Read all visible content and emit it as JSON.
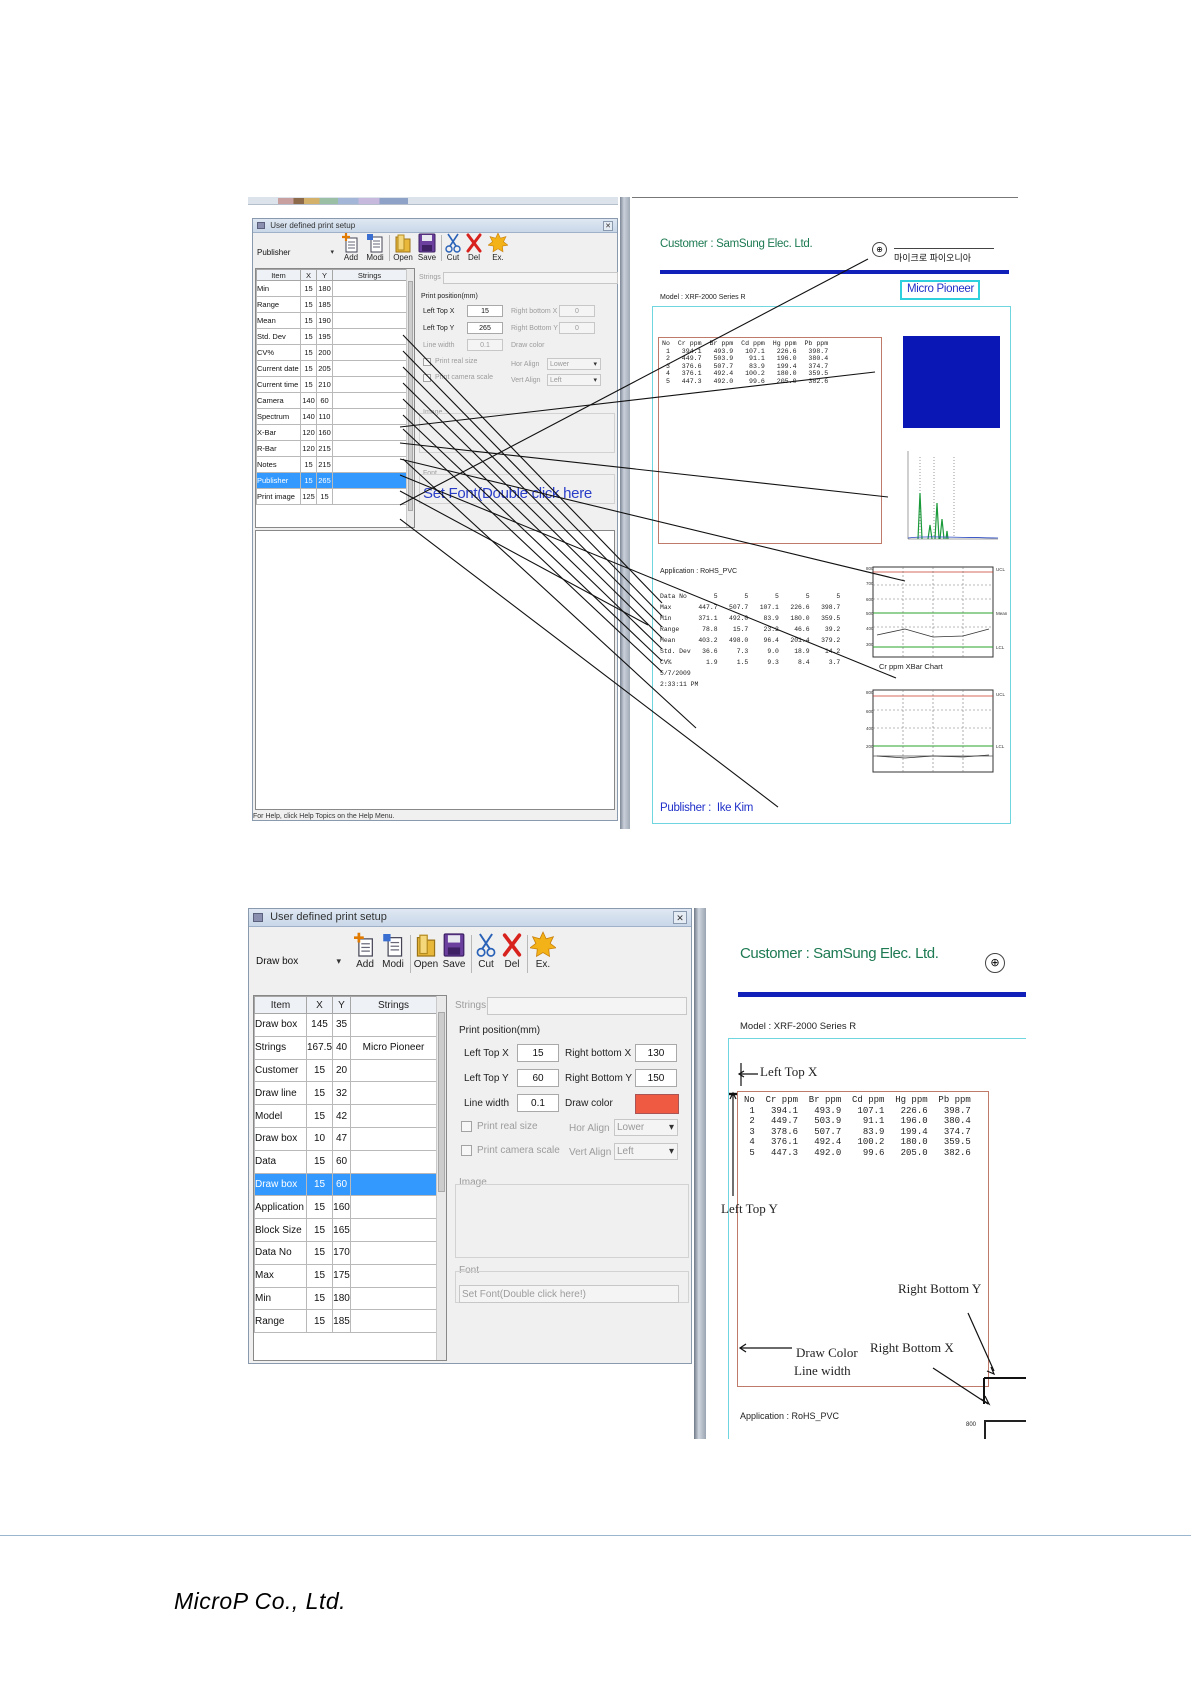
{
  "shared": {
    "toolbar": {
      "add": "Add",
      "modi": "Modi",
      "open": "Open",
      "save": "Save",
      "cut": "Cut",
      "del": "Del",
      "ex": "Ex."
    },
    "grid_headers": {
      "item": "Item",
      "x": "X",
      "y": "Y",
      "strings": "Strings"
    },
    "print_position": "Print position(mm)",
    "labels": {
      "left_top_x": "Left Top X",
      "left_top_y": "Left Top Y",
      "right_bottom_x": "Right bottom X",
      "right_bottom_y": "Right Bottom Y",
      "line_width": "Line width",
      "draw_color": "Draw color",
      "print_real_size": "Print real size",
      "print_camera_scale": "Print camera scale",
      "hor_align": "Hor Align",
      "vert_align": "Vert Align",
      "image": "Image",
      "font": "Font",
      "strings": "Strings"
    },
    "hor_align_value": "Lower",
    "vert_align_value": "Left",
    "dialog_title": "User defined print setup"
  },
  "top": {
    "selected_item": "Publisher",
    "values": {
      "left_top_x": "15",
      "left_top_y": "265",
      "right_bottom_x": "0",
      "right_bottom_y": "0",
      "line_width": "0.1"
    },
    "font_button": "Set Font(Double click here",
    "status": "For Help, click Help Topics on the Help Menu.",
    "rows": [
      {
        "item": "Min",
        "x": "15",
        "y": "180",
        "s": ""
      },
      {
        "item": "Range",
        "x": "15",
        "y": "185",
        "s": ""
      },
      {
        "item": "Mean",
        "x": "15",
        "y": "190",
        "s": ""
      },
      {
        "item": "Std. Dev",
        "x": "15",
        "y": "195",
        "s": ""
      },
      {
        "item": "CV%",
        "x": "15",
        "y": "200",
        "s": ""
      },
      {
        "item": "Current date",
        "x": "15",
        "y": "205",
        "s": ""
      },
      {
        "item": "Current time",
        "x": "15",
        "y": "210",
        "s": ""
      },
      {
        "item": "Camera",
        "x": "140",
        "y": "60",
        "s": ""
      },
      {
        "item": "Spectrum",
        "x": "140",
        "y": "110",
        "s": ""
      },
      {
        "item": "X-Bar",
        "x": "120",
        "y": "160",
        "s": ""
      },
      {
        "item": "R-Bar",
        "x": "120",
        "y": "215",
        "s": ""
      },
      {
        "item": "Notes",
        "x": "15",
        "y": "215",
        "s": ""
      },
      {
        "item": "Publisher",
        "x": "15",
        "y": "265",
        "s": "",
        "selected": true
      },
      {
        "item": "Print image",
        "x": "125",
        "y": "15",
        "s": ""
      }
    ],
    "report": {
      "customer": "Customer : SamSung Elec. Ltd.",
      "company_small": "마이크로 파이오니아",
      "micro_pioneer": "Micro Pioneer",
      "model": "Model : XRF-2000 Series R",
      "data_table": "No  Cr ppm  Br ppm  Cd ppm  Hg ppm  Pb ppm\n 1   394.1   493.9   107.1   226.6   398.7\n 2   449.7   503.9    91.1   196.0   380.4\n 3   376.6   507.7    83.9   199.4   374.7\n 4   376.1   492.4   100.2   180.0   359.5\n 5   447.3   492.0    99.6   205.0   382.6",
      "application": "Application : RoHS_PVC",
      "stats": "Data No       5       5       5       5       5\nMax       447.7   507.7   107.1   226.6   398.7\nMin       371.1   492.0    83.9   180.0   359.5\nRange      78.8    15.7    23.2    46.6    39.2\nMean      403.2   498.0    96.4   201.4   379.2\nStd. Dev   36.6     7.3     9.0    18.9    14.2\nCV%         1.9     1.5     9.3     8.4     3.7\n5/7/2009\n2:33:11 PM",
      "xbar_caption": "Cr ppm  XBar Chart",
      "xbar_ticks": [
        "800",
        "700",
        "600",
        "500",
        "400",
        "300"
      ],
      "xbar_right": [
        "UCL",
        "Mean",
        "LCL",
        "UCL"
      ],
      "rbar_ticks": [
        "800",
        "600",
        "400",
        "200"
      ],
      "rbar_right": [
        "UCL",
        "LCL"
      ],
      "publisher": "Publisher :  Ike Kim"
    }
  },
  "bottom": {
    "selected_item": "Draw box",
    "values": {
      "left_top_x": "15",
      "left_top_y": "60",
      "right_bottom_x": "130",
      "right_bottom_y": "150",
      "line_width": "0.1"
    },
    "draw_color_hex": "#ef5a43",
    "font_button": "Set Font(Double click here!)",
    "rows": [
      {
        "item": "Draw box",
        "x": "145",
        "y": "35",
        "s": ""
      },
      {
        "item": "Strings",
        "x": "167.5",
        "y": "40",
        "s": "Micro Pioneer"
      },
      {
        "item": "Customer",
        "x": "15",
        "y": "20",
        "s": ""
      },
      {
        "item": "Draw line",
        "x": "15",
        "y": "32",
        "s": ""
      },
      {
        "item": "Model",
        "x": "15",
        "y": "42",
        "s": ""
      },
      {
        "item": "Draw box",
        "x": "10",
        "y": "47",
        "s": ""
      },
      {
        "item": "Data",
        "x": "15",
        "y": "60",
        "s": ""
      },
      {
        "item": "Draw box",
        "x": "15",
        "y": "60",
        "s": "",
        "selected": true
      },
      {
        "item": "Application",
        "x": "15",
        "y": "160",
        "s": ""
      },
      {
        "item": "Block Size",
        "x": "15",
        "y": "165",
        "s": ""
      },
      {
        "item": "Data No",
        "x": "15",
        "y": "170",
        "s": ""
      },
      {
        "item": "Max",
        "x": "15",
        "y": "175",
        "s": ""
      },
      {
        "item": "Min",
        "x": "15",
        "y": "180",
        "s": ""
      },
      {
        "item": "Range",
        "x": "15",
        "y": "185",
        "s": ""
      }
    ],
    "report": {
      "customer": "Customer : SamSung Elec. Ltd.",
      "model": "Model : XRF-2000 Series R",
      "data_table": "No  Cr ppm  Br ppm  Cd ppm  Hg ppm  Pb ppm\n 1   394.1   493.9   107.1   226.6   398.7\n 2   449.7   503.9    91.1   196.0   380.4\n 3   378.6   507.7    83.9   199.4   374.7\n 4   376.1   492.4   100.2   180.0   359.5\n 5   447.3   492.0    99.6   205.0   382.6",
      "application": "Application : RoHS_PVC",
      "tick_800": "800",
      "annotations": {
        "left_top_x": "Left Top X",
        "left_top_y": "Left Top Y",
        "right_bottom_y": "Right Bottom Y",
        "right_bottom_x": "Right Bottom X",
        "draw_color": "Draw Color",
        "line_width": "Line width"
      }
    }
  },
  "footer": {
    "company": "MicroP Co., Ltd."
  }
}
